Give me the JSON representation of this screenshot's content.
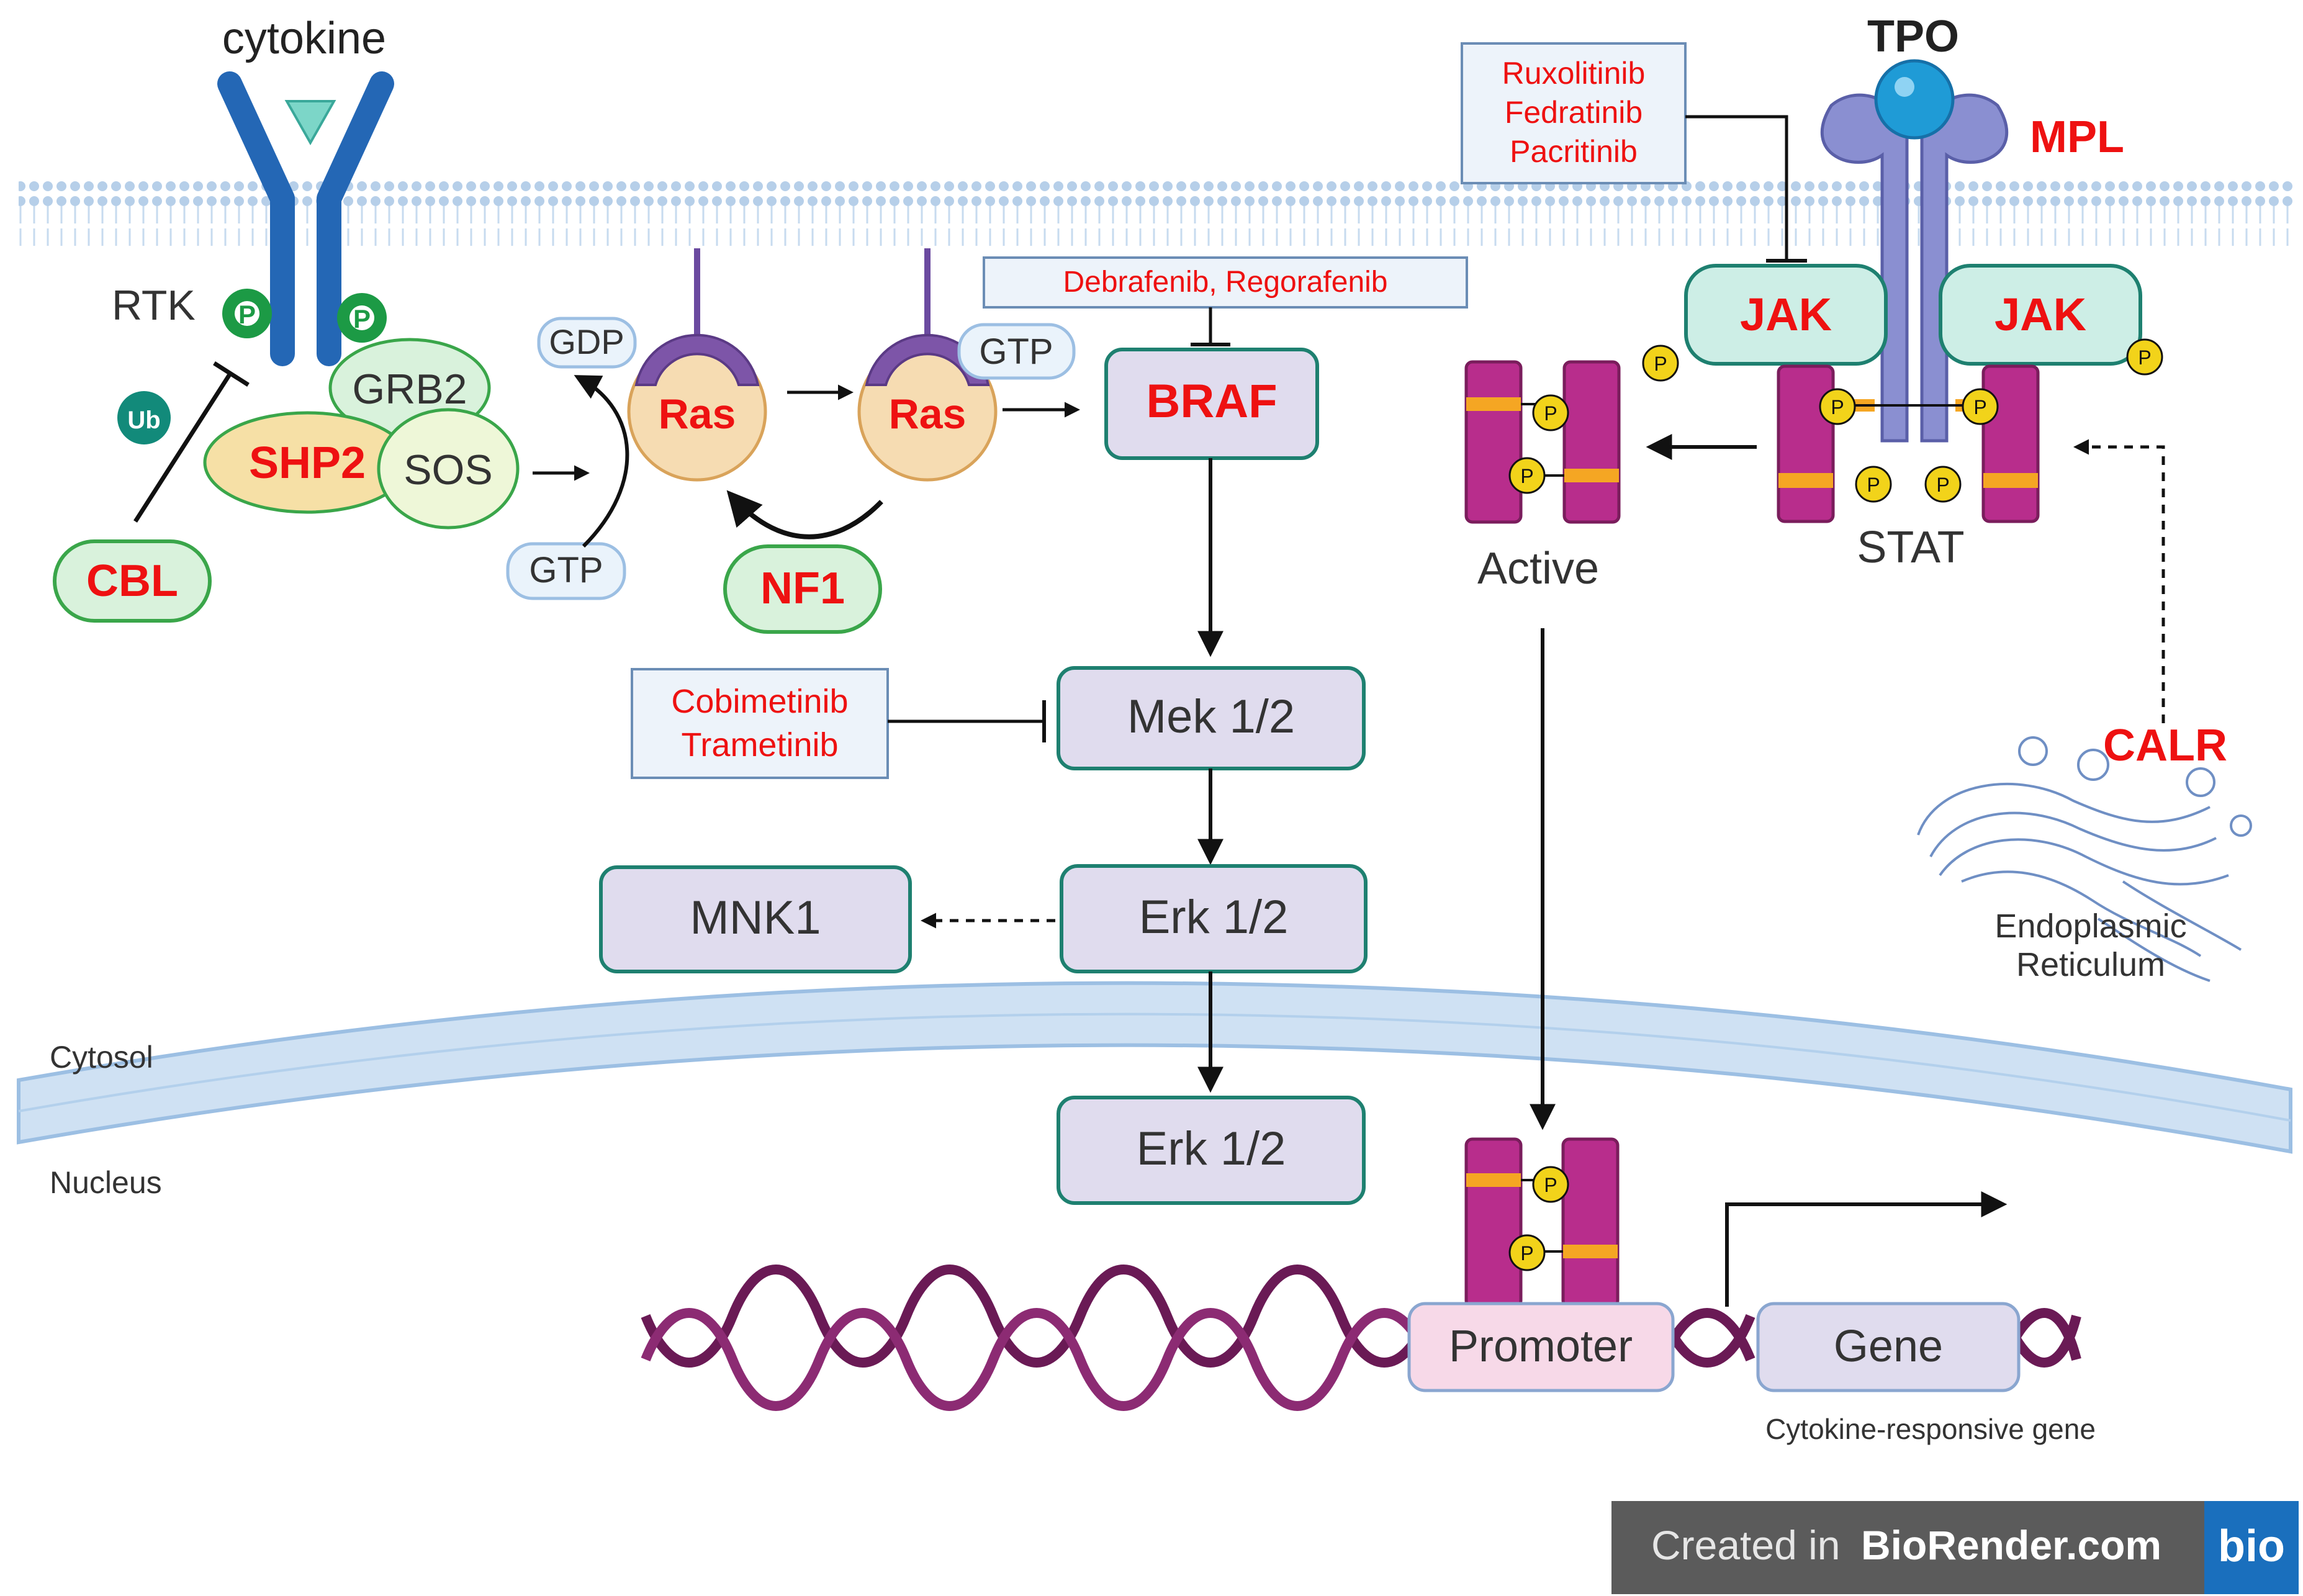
{
  "labels": {
    "cytokine": "cytokine",
    "rtk": "RTK",
    "ub": "Ub",
    "p": "P",
    "grb2": "GRB2",
    "shp2": "SHP2",
    "sos": "SOS",
    "cbl": "CBL",
    "gdp": "GDP",
    "gtp": "GTP",
    "ras": "Ras",
    "nf1": "NF1",
    "braf": "BRAF",
    "mek": "Mek 1/2",
    "erk": "Erk 1/2",
    "mnk1": "MNK1",
    "tpo": "TPO",
    "mpl": "MPL",
    "jak": "JAK",
    "stat": "STAT",
    "active": "Active",
    "calr": "CALR",
    "er_line1": "Endoplasmic",
    "er_line2": "Reticulum",
    "cytosol": "Cytosol",
    "nucleus": "Nucleus",
    "promoter": "Promoter",
    "gene": "Gene",
    "gene_caption": "Cytokine-responsive gene"
  },
  "drugs": {
    "braf_inhibitors": "Debrafenib, Regorafenib",
    "mek_inhibitors": [
      "Cobimetinib",
      "Trametinib"
    ],
    "jak_inhibitors": [
      "Ruxolitinib",
      "Fedratinib",
      "Pacritinib"
    ]
  },
  "footer": {
    "prefix": "Created in ",
    "brand": "BioRender.com",
    "logo": "bio"
  },
  "colors": {
    "mutation_red": "#ee1111",
    "box_fill": "#e0dcee",
    "box_stroke": "#1e8070",
    "green_oval_fill": "#d9f2dc",
    "green_oval_stroke": "#3aa64a",
    "stat_magenta": "#b82d8c",
    "jak_fill": "#cdeee6",
    "membrane": "#a9c7e6",
    "receptor_blue": "#2467b5",
    "mpl_lavender": "#8a8fd1"
  }
}
